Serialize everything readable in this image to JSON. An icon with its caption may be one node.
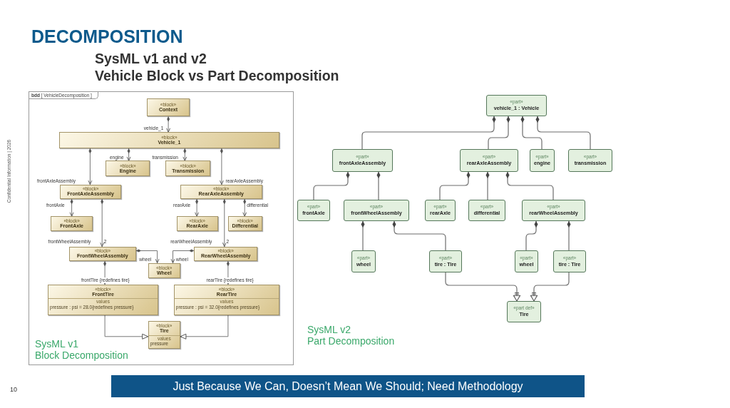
{
  "diagram": {
    "title": "DECOMPOSITION",
    "nodes": [
      {
        "text": [
          "**bdd** [ VehicleDecomposition ]"
        ]
      },
      {
        "text": [
          "«block»",
          "Context"
        ],
        "in": 0
      },
      {
        "text": [
          "«block»",
          "Vehicle_1"
        ],
        "in": 0
      },
      {
        "text": [
          "«block»",
          "Engine"
        ],
        "in": 0
      },
      {
        "text": [
          "«block»",
          "Transmission"
        ],
        "in": 0
      },
      {
        "text": [
          "«block»",
          "FrontAxleAssembly"
        ],
        "in": 0
      },
      {
        "text": [
          "«block»",
          "RearAxleAssembly"
        ],
        "in": 0
      },
      {
        "text": [
          "«block»",
          "FrontAxle"
        ],
        "in": 0
      },
      {
        "text": [
          "«block»",
          "RearAxle"
        ],
        "in": 0
      },
      {
        "text": [
          "«block»",
          "Differential"
        ],
        "in": 0
      },
      {
        "text": [
          "«block»",
          "FrontWheelAssembly"
        ],
        "in": 0
      },
      {
        "text": [
          "«block»",
          "Wheel"
        ],
        "in": 0
      },
      {
        "text": [
          "«block»",
          "RearWheelAssembly"
        ],
        "in": 0
      },
      {
        "text": [
          "«block»",
          "FrontTire",
          "values",
          "pressure : psi = 28.0{redefines pressure}"
        ],
        "in": 0
      },
      {
        "text": [
          "«block»",
          "RearTire",
          "values",
          "pressure : psi = 32.0{redefines pressure}"
        ],
        "in": 0
      },
      {
        "text": [
          "«block»",
          "Tire",
          "values",
          "pressure"
        ],
        "in": 0
      },
      {
        "text": [
          "«part»",
          "vehicle_1 : Vehicle"
        ]
      },
      {
        "text": [
          "«part»",
          "frontAxleAssembly"
        ]
      },
      {
        "text": [
          "«part»",
          "rearAxleAssembly"
        ]
      },
      {
        "text": [
          "«part»",
          "engine"
        ]
      },
      {
        "text": [
          "«part»",
          "transmission"
        ]
      },
      {
        "text": [
          "«part»",
          "frontAxle"
        ]
      },
      {
        "text": [
          "«part»",
          "frontWheelAssembly"
        ]
      },
      {
        "text": [
          "«part»",
          "rearAxle"
        ]
      },
      {
        "text": [
          "«part»",
          "differential"
        ]
      },
      {
        "text": [
          "«part»",
          "rearWheelAssembly"
        ]
      },
      {
        "text": [
          "«part»",
          "wheel"
        ]
      },
      {
        "text": [
          "«part»",
          "tire : Tire"
        ]
      },
      {
        "text": [
          "«part»",
          "wheel"
        ]
      },
      {
        "text": [
          "«part»",
          "tire : Tire"
        ]
      },
      {
        "text": [
          "«part def»",
          "Tire"
        ]
      },
      {
        "text": [
          "Just Because We Can, Doesn’t Mean We Should; Need Methodology"
        ]
      }
    ],
    "edges": [
      {
        "from": 1,
        "to": 2,
        "arrow": "to",
        "label": "vehicle_1"
      },
      {
        "from": 2,
        "to": 3,
        "arrow": "to",
        "label": "engine"
      },
      {
        "from": 2,
        "to": 4,
        "arrow": "to",
        "label": "transmission"
      },
      {
        "from": 2,
        "to": 5,
        "arrow": "to",
        "label": "frontAxleAssembly"
      },
      {
        "from": 2,
        "to": 6,
        "arrow": "to",
        "label": "rearAxleAssembly"
      },
      {
        "from": 5,
        "to": 7,
        "arrow": "to",
        "label": "frontAxle"
      },
      {
        "from": 5,
        "to": 10,
        "arrow": "to",
        "label": "frontWheelAssembly"
      },
      {
        "from": 6,
        "to": 8,
        "arrow": "to",
        "label": "rearAxle"
      },
      {
        "from": 6,
        "to": 9,
        "arrow": "to",
        "label": "differential"
      },
      {
        "from": 6,
        "to": 12,
        "arrow": "to",
        "label": "rearWheelAssembly"
      },
      {
        "from": 10,
        "to": 11,
        "arrow": "to",
        "label": "wheel"
      },
      {
        "from": 12,
        "to": 11,
        "arrow": "to",
        "label": "wheel"
      },
      {
        "from": 10,
        "to": 13,
        "arrow": "to",
        "label": "frontTire {redefines tire}"
      },
      {
        "from": 12,
        "to": 14,
        "arrow": "to",
        "label": "rearTire {redefines tire}"
      },
      {
        "from": 13,
        "to": 15,
        "arrow": "to"
      },
      {
        "from": 14,
        "to": 15,
        "arrow": "to"
      },
      {
        "from": 16,
        "to": 17,
        "arrow": "other"
      },
      {
        "from": 16,
        "to": 18,
        "arrow": "other"
      },
      {
        "from": 16,
        "to": 19,
        "arrow": "other"
      },
      {
        "from": 16,
        "to": 20,
        "arrow": "other"
      },
      {
        "from": 17,
        "to": 21,
        "arrow": "other"
      },
      {
        "from": 17,
        "to": 22,
        "arrow": "other"
      },
      {
        "from": 18,
        "to": 23,
        "arrow": "other"
      },
      {
        "from": 18,
        "to": 24,
        "arrow": "other"
      },
      {
        "from": 18,
        "to": 25,
        "arrow": "other"
      },
      {
        "from": 22,
        "to": 26,
        "arrow": "other"
      },
      {
        "from": 22,
        "to": 27,
        "arrow": "other"
      },
      {
        "from": 25,
        "to": 28,
        "arrow": "other"
      },
      {
        "from": 25,
        "to": 29,
        "arrow": "other"
      },
      {
        "from": 27,
        "to": 30,
        "arrow": "to"
      },
      {
        "from": 29,
        "to": 30,
        "arrow": "to"
      }
    ],
    "labels": [
      "SysML v1 and v2 Vehicle Block vs Part Decomposition",
      "Confidential Information | 2026",
      "2",
      "2",
      "SysML v1 Block Decomposition",
      "SysML v2 Part Decomposition",
      "10"
    ]
  }
}
